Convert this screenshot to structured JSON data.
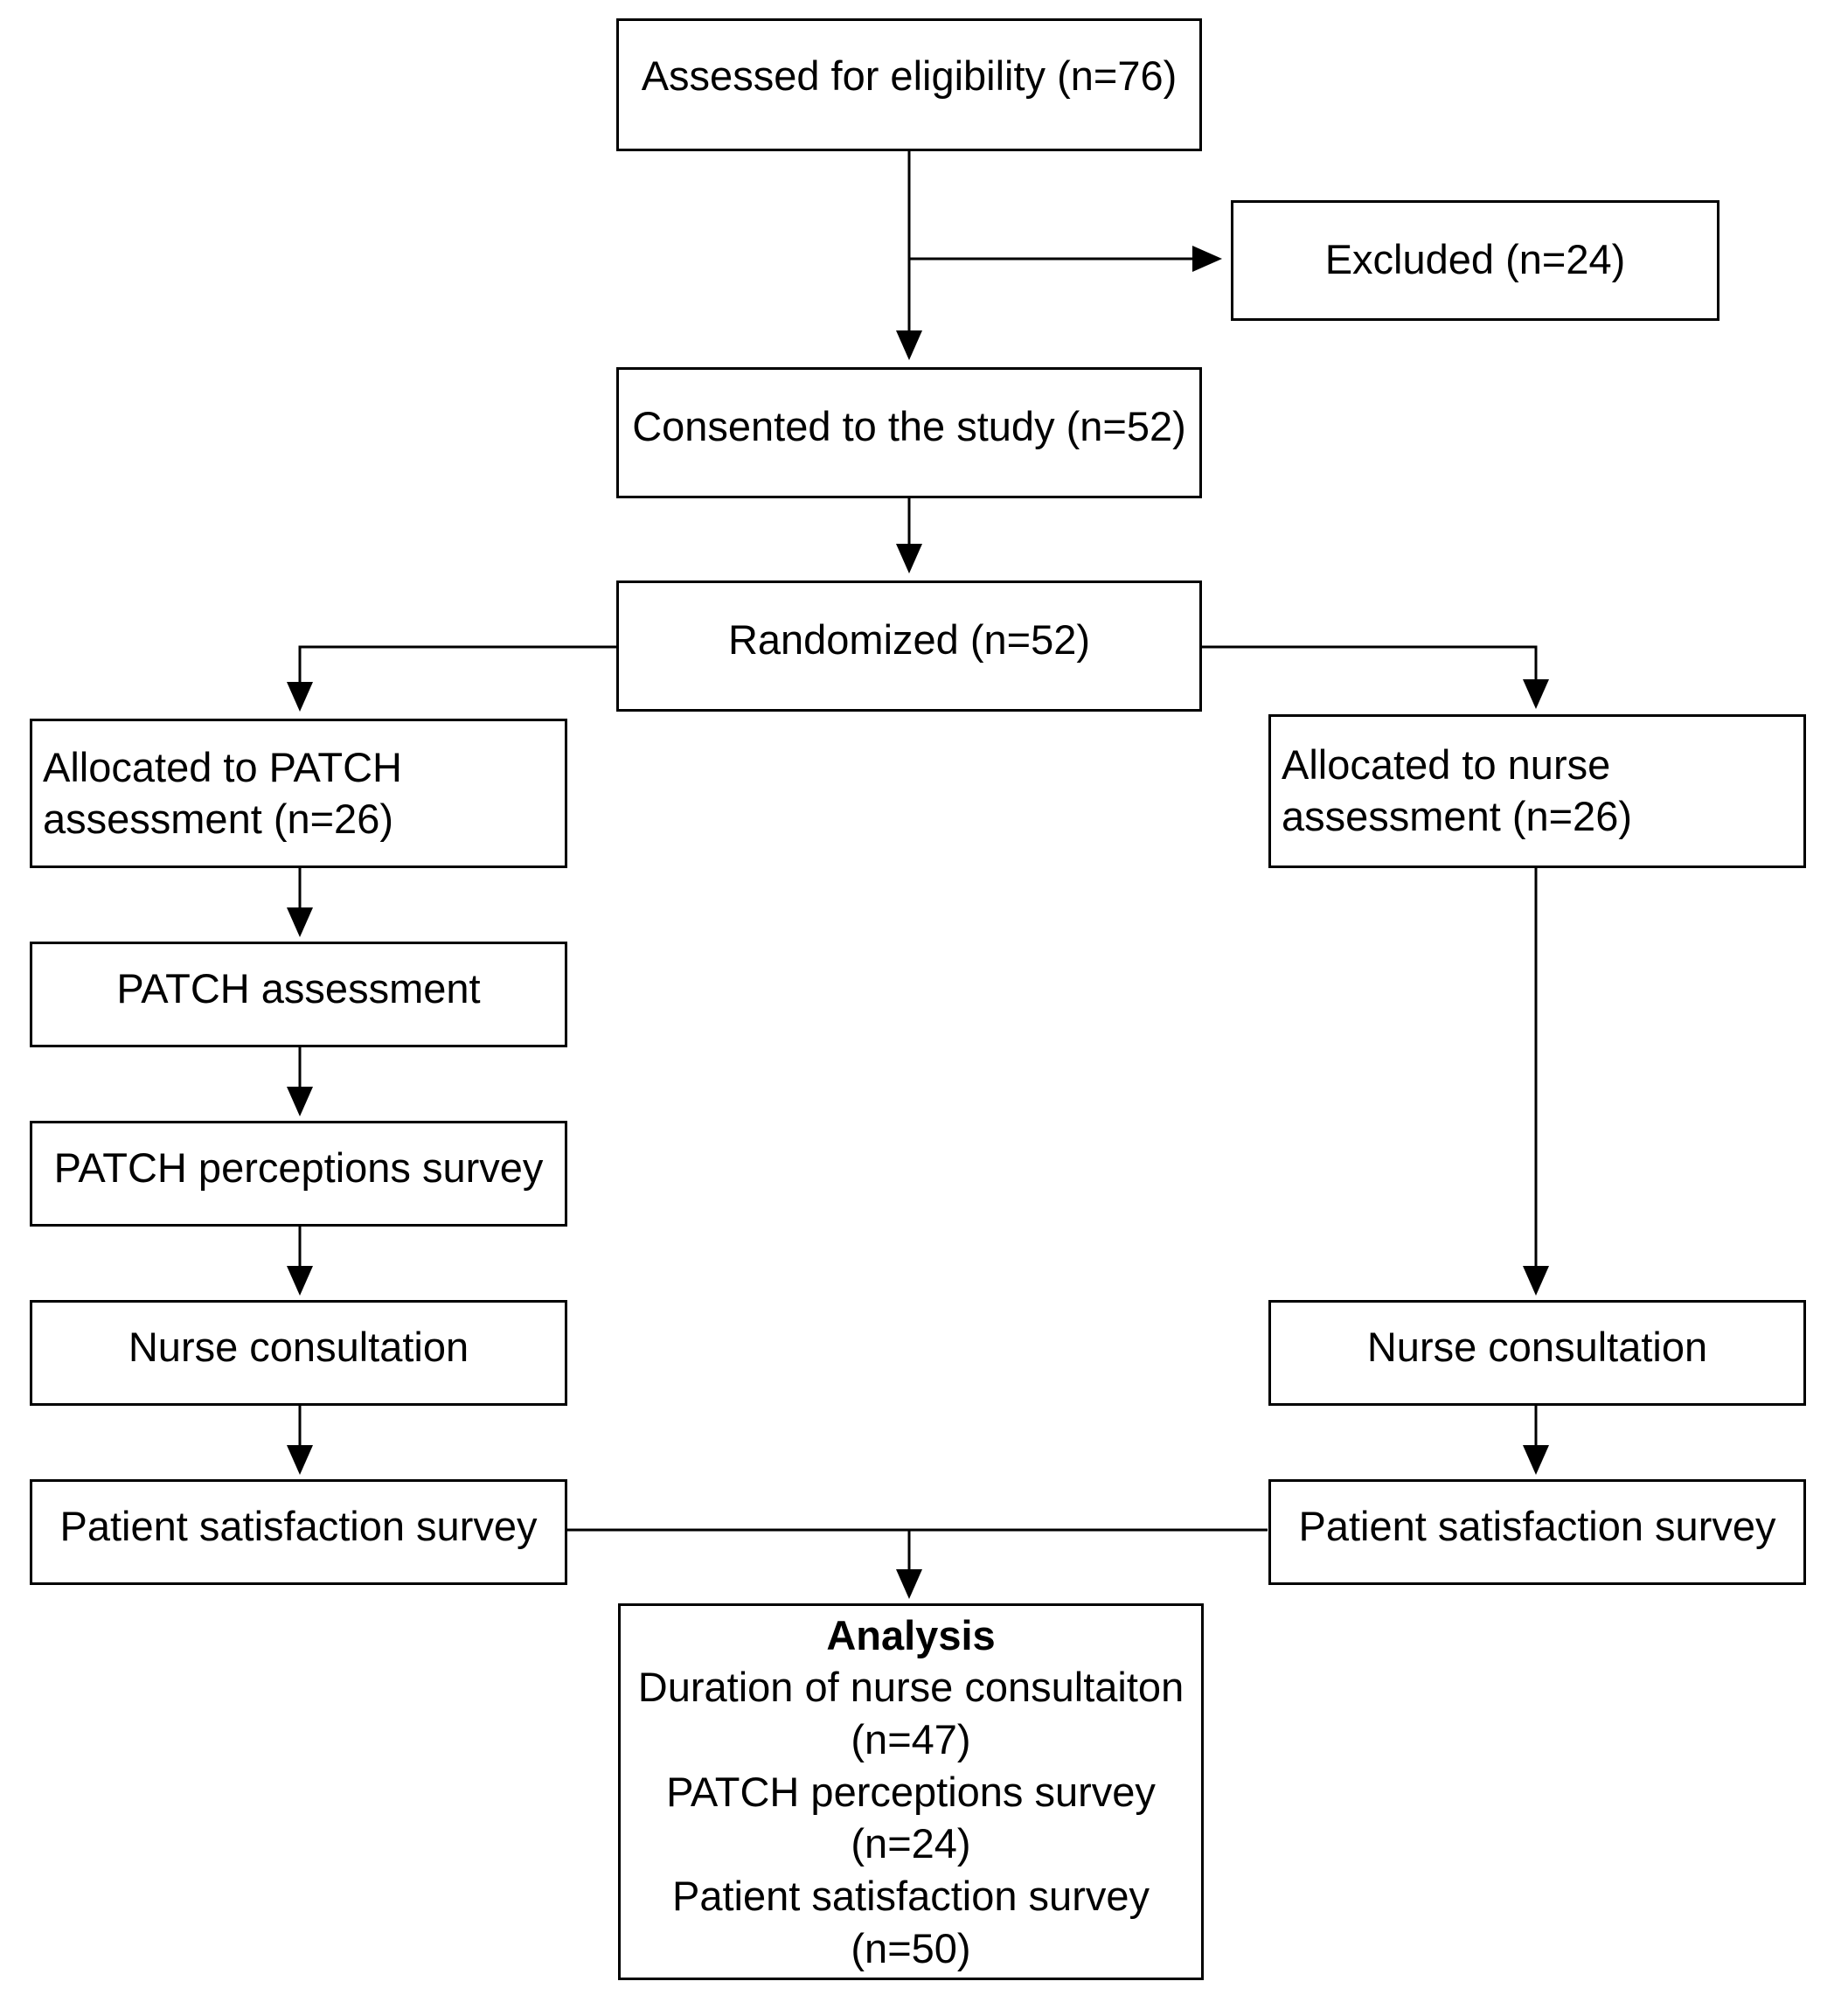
{
  "flowchart": {
    "nodes": {
      "assessed": {
        "label": "Assessed for eligibility (n=76)"
      },
      "excluded": {
        "label": "Excluded (n=24)"
      },
      "consented": {
        "label": "Consented to the study (n=52)"
      },
      "randomized": {
        "label": "Randomized (n=52)"
      },
      "alloc_patch": {
        "line1": "Allocated to PATCH",
        "line2": "assessment (n=26)"
      },
      "alloc_nurse": {
        "line1": "Allocated to nurse",
        "line2": "assessment (n=26)"
      },
      "patch_assessment": {
        "label": "PATCH assessment"
      },
      "patch_perceptions": {
        "label": "PATCH perceptions survey"
      },
      "nurse_consult_left": {
        "label": "Nurse consultation"
      },
      "nurse_consult_right": {
        "label": "Nurse consultation"
      },
      "satisfaction_left": {
        "label": "Patient satisfaction survey"
      },
      "satisfaction_right": {
        "label": "Patient satisfaction survey"
      },
      "analysis": {
        "title": "Analysis",
        "line1": "Duration of nurse consultaiton",
        "line2": "(n=47)",
        "line3": "PATCH perceptions survey",
        "line4": "(n=24)",
        "line5": "Patient satisfaction survey",
        "line6": "(n=50)"
      }
    },
    "edges": [
      {
        "from": "assessed",
        "to": "consented"
      },
      {
        "from": "assessed",
        "to": "excluded"
      },
      {
        "from": "consented",
        "to": "randomized"
      },
      {
        "from": "randomized",
        "to": "alloc_patch"
      },
      {
        "from": "randomized",
        "to": "alloc_nurse"
      },
      {
        "from": "alloc_patch",
        "to": "patch_assessment"
      },
      {
        "from": "patch_assessment",
        "to": "patch_perceptions"
      },
      {
        "from": "patch_perceptions",
        "to": "nurse_consult_left"
      },
      {
        "from": "nurse_consult_left",
        "to": "satisfaction_left"
      },
      {
        "from": "alloc_nurse",
        "to": "nurse_consult_right"
      },
      {
        "from": "nurse_consult_right",
        "to": "satisfaction_right"
      },
      {
        "from": "satisfaction_left",
        "to": "analysis"
      },
      {
        "from": "satisfaction_right",
        "to": "analysis"
      }
    ]
  }
}
